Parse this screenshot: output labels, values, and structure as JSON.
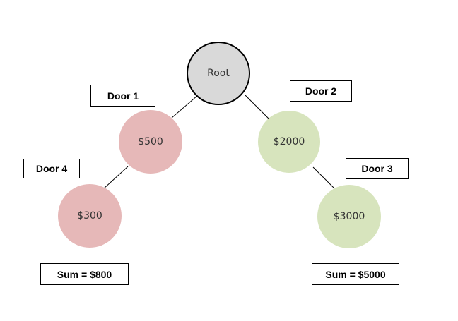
{
  "nodes": {
    "root": {
      "label": "Root",
      "fill": "#d9d9d9"
    },
    "door1": {
      "label": "$500",
      "fill": "#e6b8b8"
    },
    "door2": {
      "label": "$2000",
      "fill": "#d7e4bd"
    },
    "door4": {
      "label": "$300",
      "fill": "#e6b8b8"
    },
    "door3": {
      "label": "$3000",
      "fill": "#d7e4bd"
    }
  },
  "boxes": {
    "door1": "Door 1",
    "door2": "Door 2",
    "door3": "Door 3",
    "door4": "Door 4",
    "sum_left": "Sum = $800",
    "sum_right": "Sum = $5000"
  },
  "colors": {
    "outline": "#000000",
    "root_fill": "#d9d9d9",
    "red_fill": "#e6b8b8",
    "green_fill": "#d7e4bd"
  }
}
